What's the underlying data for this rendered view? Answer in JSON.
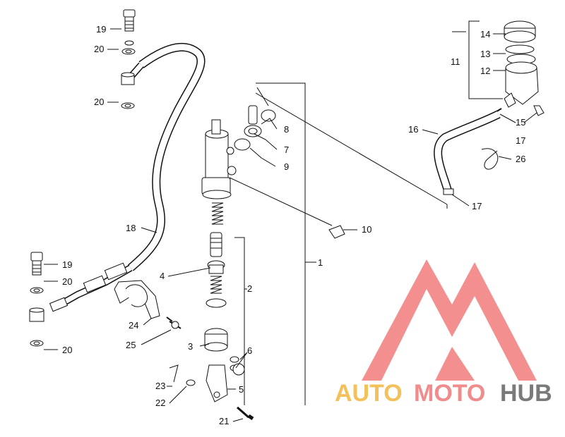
{
  "diagram": {
    "callouts": [
      {
        "id": "c1",
        "text": "1"
      },
      {
        "id": "c2",
        "text": "2"
      },
      {
        "id": "c3",
        "text": "3"
      },
      {
        "id": "c4",
        "text": "4"
      },
      {
        "id": "c5",
        "text": "5"
      },
      {
        "id": "c6",
        "text": "6"
      },
      {
        "id": "c7",
        "text": "7"
      },
      {
        "id": "c8",
        "text": "8"
      },
      {
        "id": "c9",
        "text": "9"
      },
      {
        "id": "c10",
        "text": "10"
      },
      {
        "id": "c11",
        "text": "11"
      },
      {
        "id": "c12",
        "text": "12"
      },
      {
        "id": "c13",
        "text": "13"
      },
      {
        "id": "c14",
        "text": "14"
      },
      {
        "id": "c15",
        "text": "15"
      },
      {
        "id": "c16",
        "text": "16"
      },
      {
        "id": "c17a",
        "text": "17"
      },
      {
        "id": "c17b",
        "text": "17"
      },
      {
        "id": "c18",
        "text": "18"
      },
      {
        "id": "c19a",
        "text": "19"
      },
      {
        "id": "c19b",
        "text": "19"
      },
      {
        "id": "c20a",
        "text": "20"
      },
      {
        "id": "c20b",
        "text": "20"
      },
      {
        "id": "c20c",
        "text": "20"
      },
      {
        "id": "c20d",
        "text": "20"
      },
      {
        "id": "c21",
        "text": "21"
      },
      {
        "id": "c22",
        "text": "22"
      },
      {
        "id": "c23",
        "text": "23"
      },
      {
        "id": "c24",
        "text": "24"
      },
      {
        "id": "c25",
        "text": "25"
      },
      {
        "id": "c26",
        "text": "26"
      }
    ]
  },
  "watermark": {
    "part1": "AUTO",
    "part2": "MOTO",
    "part3": "HUB",
    "colors": {
      "part1": "#f3c05a",
      "part2": "#f08c8c",
      "part3": "#7a7a7a",
      "logo": "#f27474"
    }
  }
}
